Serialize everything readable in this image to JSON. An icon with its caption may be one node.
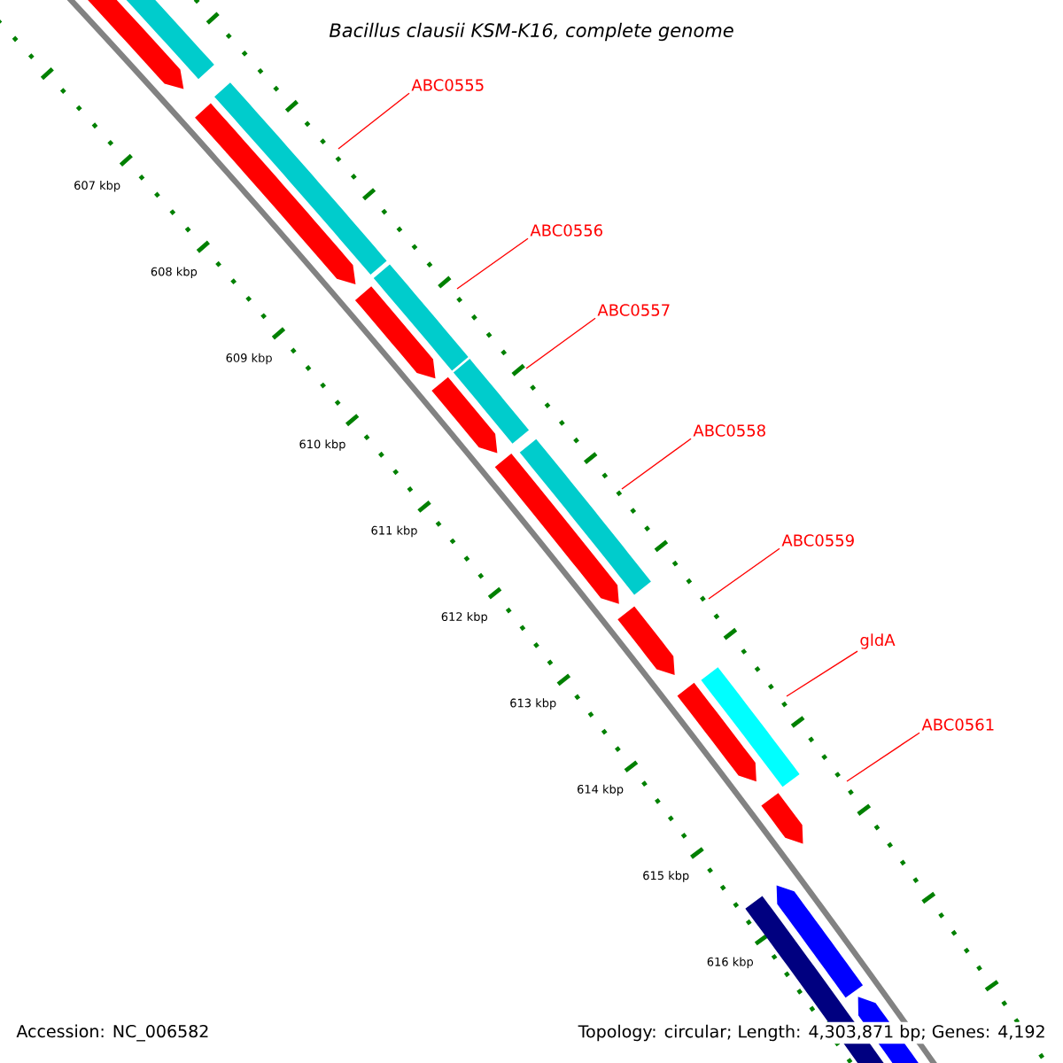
{
  "diagram": {
    "title": "Bacillus clausii KSM-K16, complete genome",
    "nodes": [
      {
        "text": [
          "ABC0555"
        ]
      },
      {
        "text": [
          "ABC0556"
        ]
      },
      {
        "text": [
          "ABC0557"
        ]
      },
      {
        "text": [
          "ABC0558"
        ]
      },
      {
        "text": [
          "ABC0559"
        ]
      },
      {
        "text": [
          "gldA"
        ]
      },
      {
        "text": [
          "ABC0561"
        ]
      }
    ],
    "edges": [
      {
        "from": 0,
        "to": null,
        "arrow": "none"
      },
      {
        "from": 1,
        "to": null,
        "arrow": "none"
      },
      {
        "from": 2,
        "to": null,
        "arrow": "none"
      },
      {
        "from": 3,
        "to": null,
        "arrow": "none"
      },
      {
        "from": 4,
        "to": null,
        "arrow": "none"
      },
      {
        "from": 5,
        "to": null,
        "arrow": "none"
      },
      {
        "from": 6,
        "to": null,
        "arrow": "none"
      }
    ],
    "labels": [
      "607 kbp",
      "608 kbp",
      "609 kbp",
      "610 kbp",
      "611 kbp",
      "612 kbp",
      "613 kbp",
      "614 kbp",
      "615 kbp",
      "616 kbp",
      "Accession: NC_006582",
      "Topology: circular; Length: 4,303,871 bp; Genes: 4,192"
    ]
  }
}
